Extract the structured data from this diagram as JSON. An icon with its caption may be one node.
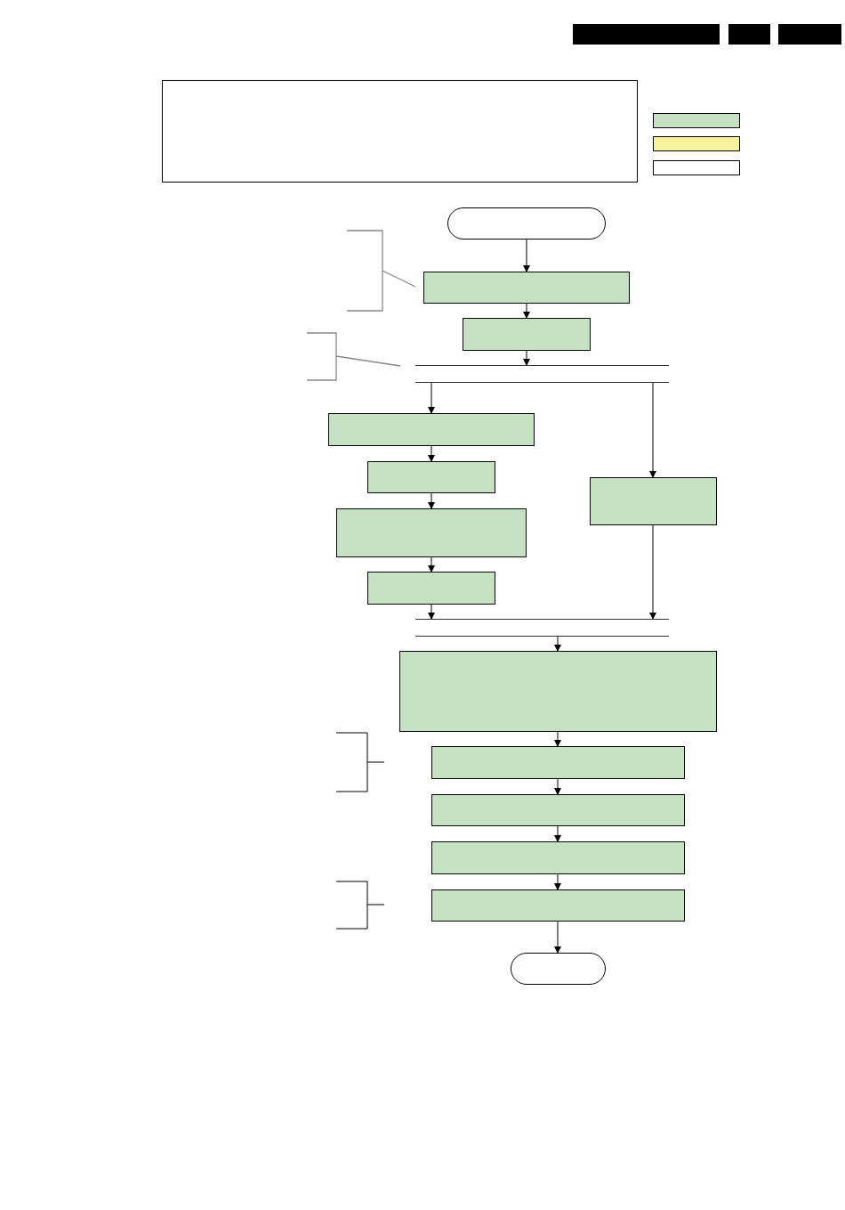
{
  "diagram": {
    "nodes": [
      {
        "text": [],
        "shape": "box"
      },
      {
        "text": [],
        "shape": "oval"
      },
      {
        "text": [],
        "shape": "box"
      },
      {
        "text": [],
        "shape": "box"
      },
      {
        "text": [],
        "shape": "bar"
      },
      {
        "text": [],
        "shape": "box"
      },
      {
        "text": [],
        "shape": "box"
      },
      {
        "text": [],
        "shape": "box"
      },
      {
        "text": [],
        "shape": "box"
      },
      {
        "text": [],
        "shape": "box"
      },
      {
        "text": [],
        "shape": "bar"
      },
      {
        "text": [],
        "shape": "box"
      },
      {
        "text": [],
        "shape": "box"
      },
      {
        "text": [],
        "shape": "box"
      },
      {
        "text": [],
        "shape": "box"
      },
      {
        "text": [],
        "shape": "box"
      },
      {
        "text": [],
        "shape": "oval"
      }
    ],
    "edges": [
      {
        "from": 1,
        "to": 2,
        "arrow": "to"
      },
      {
        "from": 2,
        "to": 3,
        "arrow": "to"
      },
      {
        "from": 3,
        "to": 4,
        "arrow": "to"
      },
      {
        "from": 4,
        "to": 5,
        "arrow": "to"
      },
      {
        "from": 4,
        "to": 9,
        "arrow": "to"
      },
      {
        "from": 5,
        "to": 6,
        "arrow": "to"
      },
      {
        "from": 6,
        "to": 7,
        "arrow": "to"
      },
      {
        "from": 7,
        "to": 8,
        "arrow": "to"
      },
      {
        "from": 8,
        "to": 10,
        "arrow": "to"
      },
      {
        "from": 9,
        "to": 10,
        "arrow": "to"
      },
      {
        "from": 10,
        "to": 11,
        "arrow": "to"
      },
      {
        "from": 11,
        "to": 12,
        "arrow": "to"
      },
      {
        "from": 12,
        "to": 13,
        "arrow": "to"
      },
      {
        "from": 13,
        "to": 14,
        "arrow": "to"
      },
      {
        "from": 14,
        "to": 15,
        "arrow": "to"
      },
      {
        "from": 15,
        "to": 16,
        "arrow": "to"
      }
    ]
  }
}
